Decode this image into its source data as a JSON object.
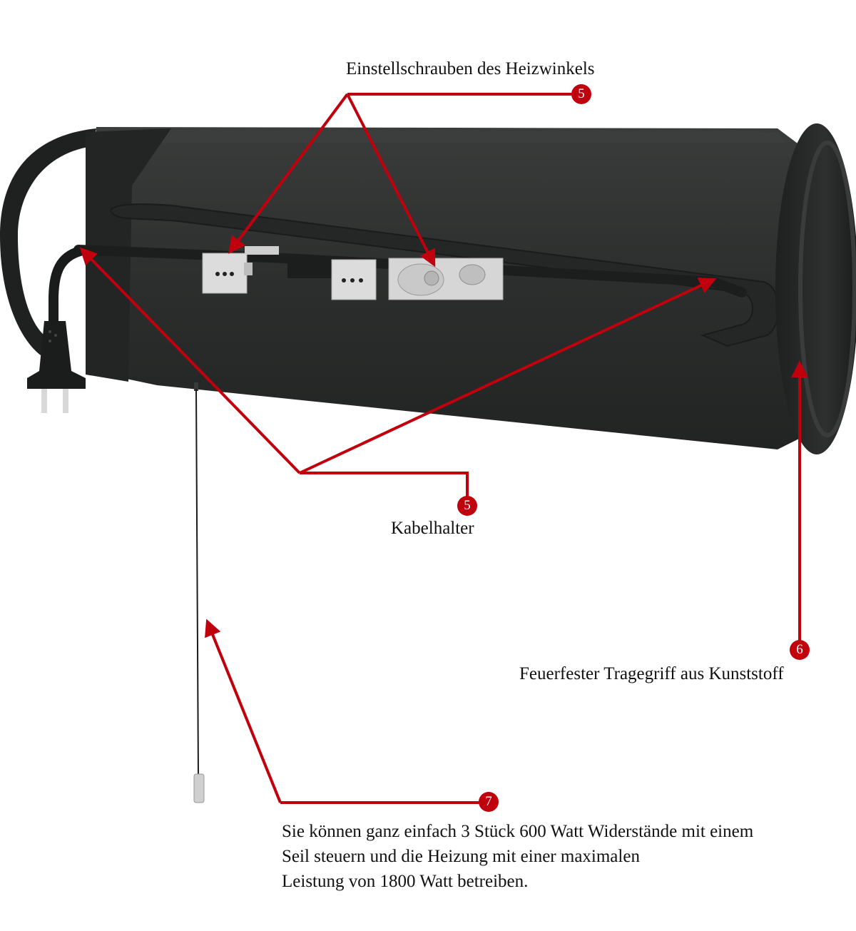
{
  "callouts": {
    "angle_screws": {
      "number": "5",
      "label": "Einstellschrauben des Heizwinkels"
    },
    "cable_holder": {
      "number": "5",
      "label": "Kabelhalter"
    },
    "handle": {
      "number": "6",
      "label": "Feuerfester Tragegriff aus Kunststoff"
    },
    "pull_cord": {
      "number": "7",
      "lines": [
        "Sie können ganz einfach 3 Stück 600 Watt Widerstände mit einem",
        "Seil steuern und die Heizung mit einer maximalen",
        "Leistung von 1800 Watt betreiben."
      ]
    }
  },
  "colors": {
    "accent": "#c0000c",
    "heater_body": "#2b2d2c",
    "heater_dark": "#1b1c1c",
    "bracket": "#dcdcdc"
  },
  "icons": [
    "power-plug-icon",
    "wing-nut-icon",
    "pull-cord-icon"
  ]
}
